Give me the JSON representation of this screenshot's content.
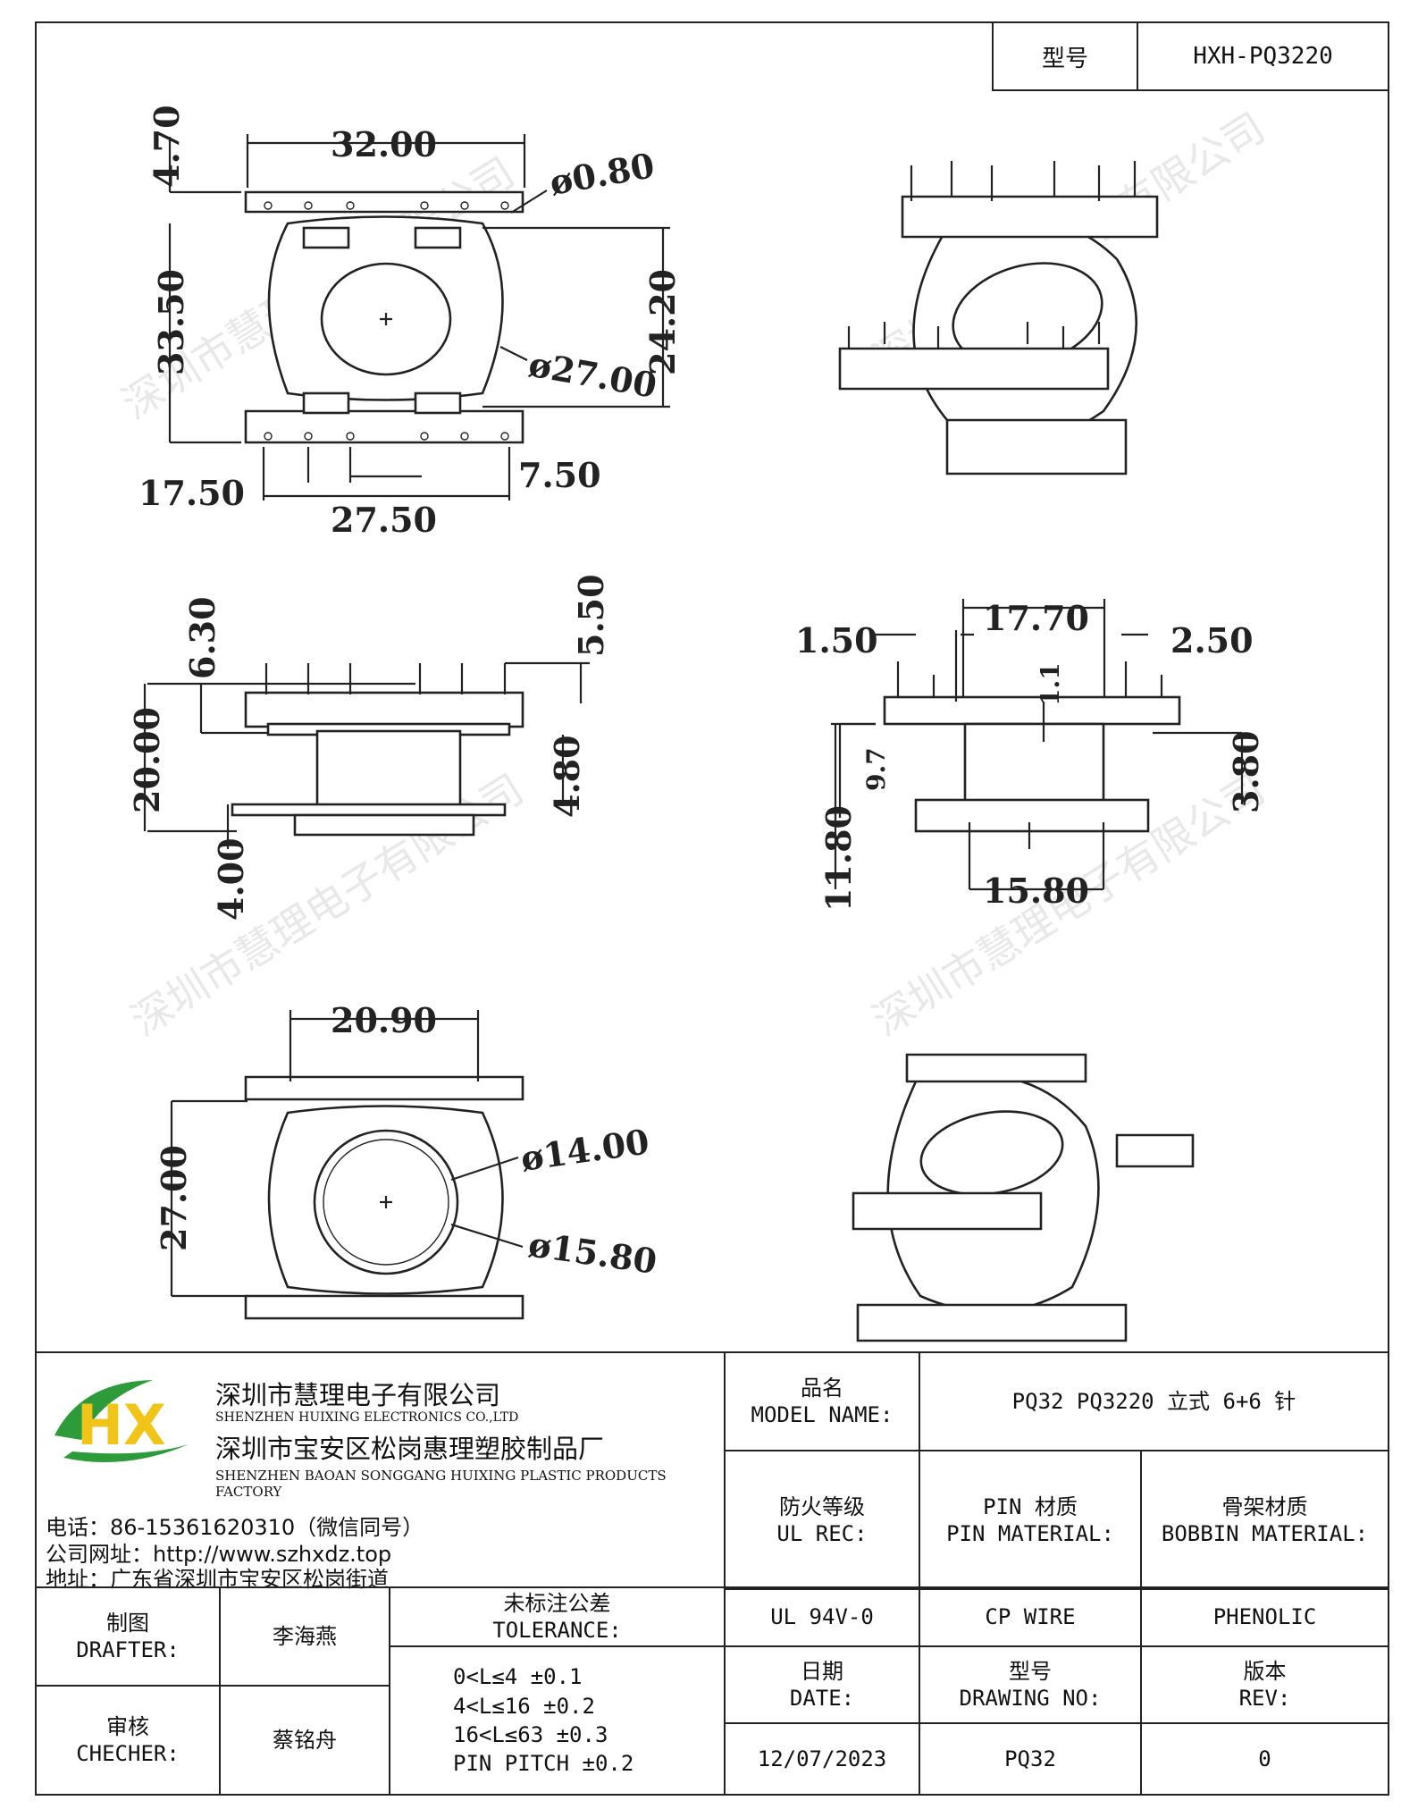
{
  "header": {
    "label": "型号",
    "value": "HXH-PQ3220"
  },
  "watermark": "深圳市慧理电子有限公司",
  "dimensions": {
    "top_view": [
      "32.00",
      "4.70",
      "ø0.80",
      "33.50",
      "24.20",
      "ø27.00",
      "17.50",
      "7.50",
      "27.50"
    ],
    "side_view": [
      "6.30",
      "5.50",
      "20.00",
      "4.80",
      "4.00"
    ],
    "front_view": [
      "1.50",
      "17.70",
      "2.50",
      "1.1",
      "9.7",
      "3.80",
      "11.80",
      "15.80"
    ],
    "bottom_view": [
      "20.90",
      "27.00",
      "ø14.00",
      "ø15.80"
    ]
  },
  "company": {
    "name_cn": "深圳市慧理电子有限公司",
    "name_en": "SHENZHEN HUIXING ELECTRONICS CO.,LTD",
    "factory_cn": "深圳市宝安区松岗惠理塑胶制品厂",
    "factory_en": "SHENZHEN BAOAN SONGGANG HUIXING PLASTIC PRODUCTS FACTORY",
    "phone": "电话：86-15361620310（微信同号）",
    "website": "公司网址：http://www.szhxdz.top",
    "address": "地址：广东省深圳市宝安区松岗街道",
    "logo_text": "HX"
  },
  "title_block": {
    "model_name_label_cn": "品名",
    "model_name_label_en": "MODEL NAME:",
    "model_name": "PQ32 PQ3220 立式 6+6 针",
    "ul_label_cn": "防火等级",
    "ul_label_en": "UL REC:",
    "ul_value": "UL 94V-0",
    "pin_label_cn": "PIN 材质",
    "pin_label_en": "PIN MATERIAL:",
    "pin_value": "CP WIRE",
    "bobbin_label_cn": "骨架材质",
    "bobbin_label_en": "BOBBIN MATERIAL:",
    "bobbin_value": "PHENOLIC",
    "drafter_label_cn": "制图",
    "drafter_label_en": "DRAFTER:",
    "drafter": "李海燕",
    "checker_label_cn": "审核",
    "checker_label_en": "CHECHER:",
    "checker": "蔡铭舟",
    "tolerance_label_cn": "未标注公差",
    "tolerance_label_en": "TOLERANCE:",
    "tolerances": [
      "0<L≤4  ±0.1",
      "4<L≤16 ±0.2",
      "16<L≤63 ±0.3",
      "PIN PITCH ±0.2"
    ],
    "date_label_cn": "日期",
    "date_label_en": "DATE:",
    "date": "12/07/2023",
    "drawing_label_cn": "型号",
    "drawing_label_en": "DRAWING NO:",
    "drawing_no": "PQ32",
    "rev_label_cn": "版本",
    "rev_label_en": "REV:",
    "rev": "0"
  }
}
